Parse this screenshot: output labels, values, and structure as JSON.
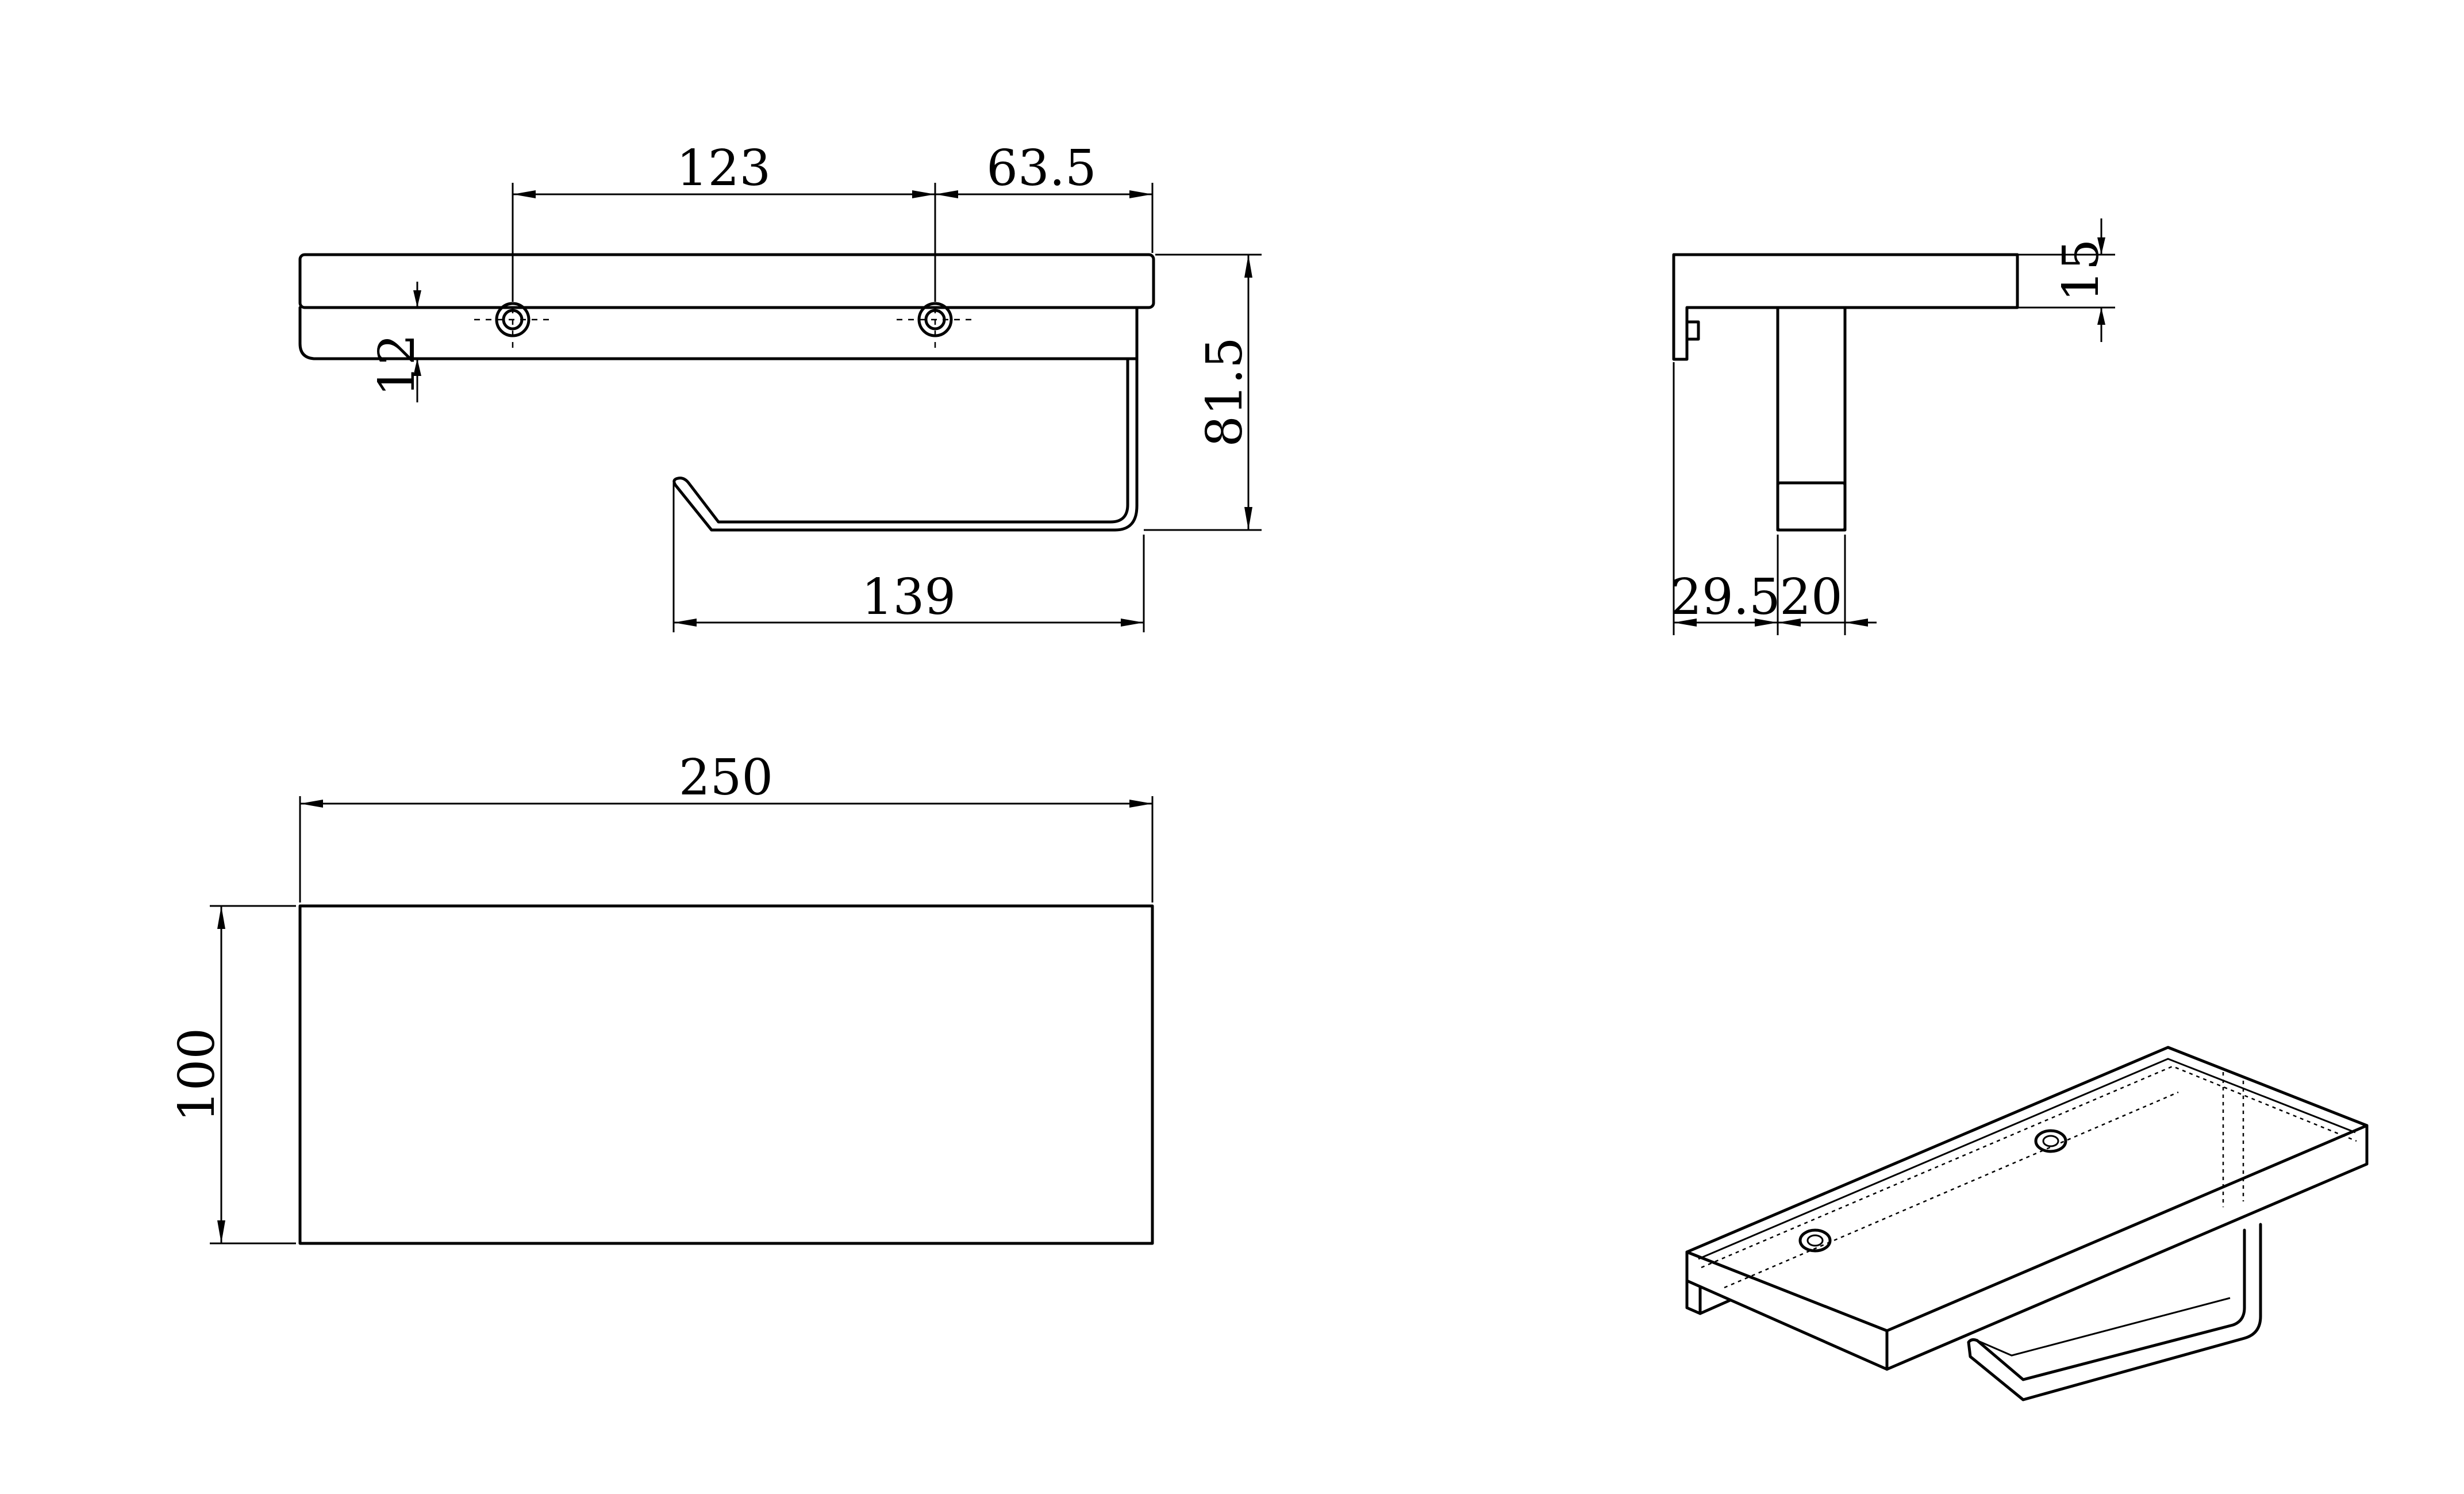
{
  "dimensions": {
    "front_hole_spacing": "123",
    "front_hole_to_edge": "63.5",
    "front_hole_height": "12",
    "front_total_height": "81.5",
    "front_bar_length": "139",
    "side_shelf_thickness": "15",
    "side_offset": "29.5",
    "side_bar_width": "20",
    "top_width": "250",
    "top_depth": "100"
  },
  "views": [
    "front-view",
    "side-view",
    "top-view",
    "isometric-view"
  ]
}
